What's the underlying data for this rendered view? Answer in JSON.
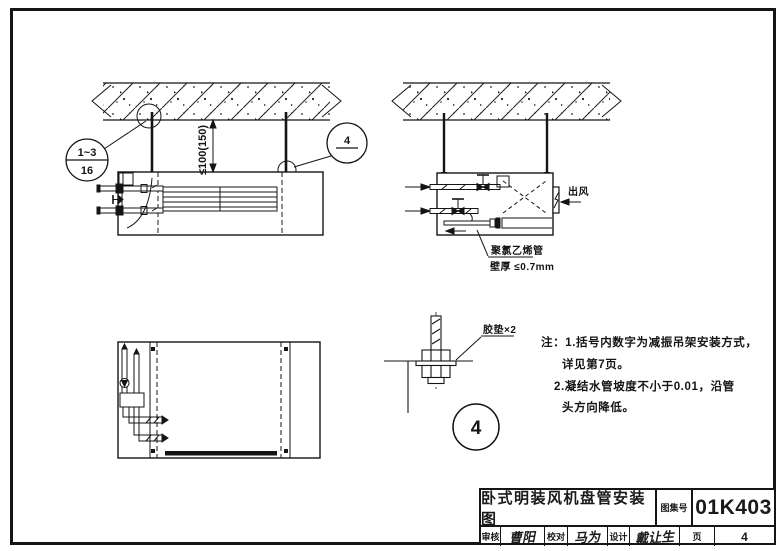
{
  "front_view": {
    "dimension": "≤100(150)",
    "callout_left_top": "1~3",
    "callout_left_bottom": "16",
    "callout_right_top": "4"
  },
  "side_view": {
    "air_outlet_label": "出风",
    "pipe_label_line1": "聚氯乙烯管",
    "pipe_label_line2": "壁厚 ≤0.7mm"
  },
  "detail": {
    "pad_label": "胶垫×2",
    "detail_number": "4"
  },
  "notes": {
    "line1": "注：1.括号内数字为减振吊架安装方式，",
    "line2": "详见第7页。",
    "line3": "2.凝结水管坡度不小于0.01，沿管",
    "line4": "头方向降低。"
  },
  "title_block": {
    "title": "卧式明装风机盘管安装图",
    "atlas_label": "图集号",
    "atlas_number": "01K403",
    "review_label": "审核",
    "review_signature": "曹阳",
    "check_label": "校对",
    "check_signature": "马为",
    "design_label": "设计",
    "design_signature": "戴让生",
    "page_label": "页",
    "page_number": "4"
  }
}
